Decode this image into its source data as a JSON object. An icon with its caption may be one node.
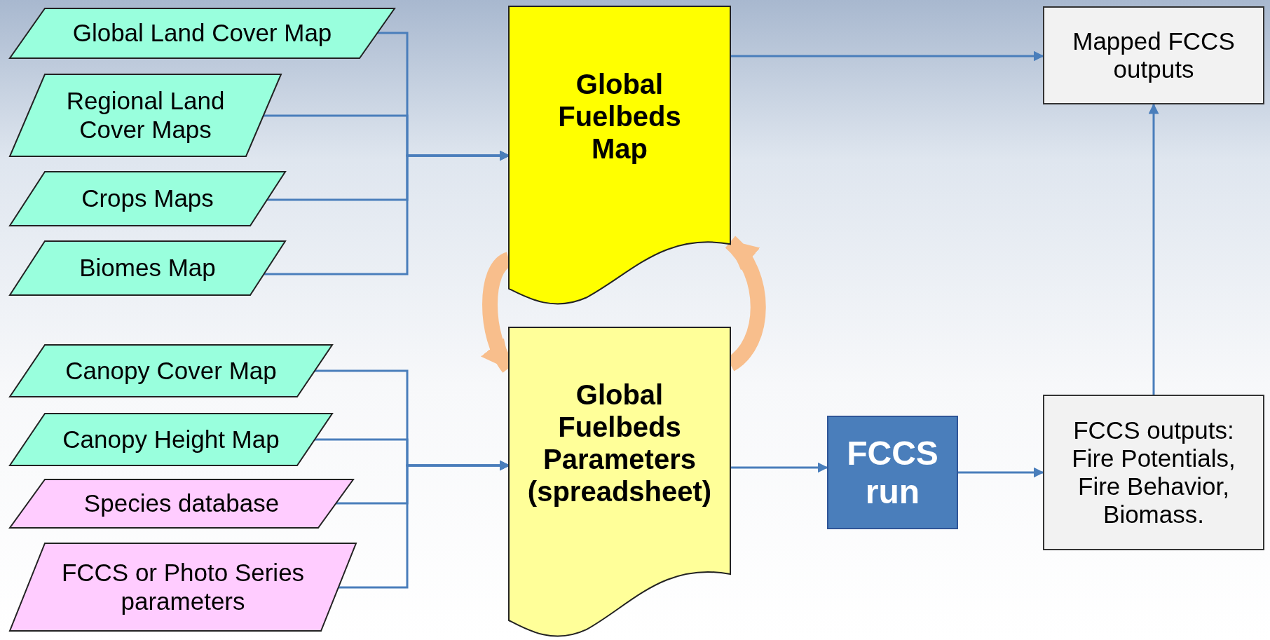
{
  "diagram": {
    "nodes": [
      {
        "text": [
          "Global Land Cover Map"
        ]
      },
      {
        "text": [
          "Regional Land Cover Maps"
        ]
      },
      {
        "text": [
          "Crops Maps"
        ]
      },
      {
        "text": [
          "Biomes Map"
        ]
      },
      {
        "text": [
          "Canopy Cover Map"
        ]
      },
      {
        "text": [
          "Canopy Height Map"
        ]
      },
      {
        "text": [
          "Species database"
        ]
      },
      {
        "text": [
          "FCCS or Photo Series parameters"
        ]
      },
      {
        "text": [
          "Global Fuelbeds Map"
        ]
      },
      {
        "text": [
          "Global Fuelbeds Parameters (spreadsheet)"
        ]
      },
      {
        "text": [
          "FCCS run"
        ]
      },
      {
        "text": [
          "FCCS outputs: Fire Potentials, Fire Behavior, Biomass."
        ]
      },
      {
        "text": [
          "Mapped FCCS outputs"
        ]
      }
    ],
    "edges": [
      {
        "from": 0,
        "to": 8,
        "arrow": "to"
      },
      {
        "from": 1,
        "to": 8,
        "arrow": "to"
      },
      {
        "from": 2,
        "to": 8,
        "arrow": "to"
      },
      {
        "from": 3,
        "to": 8,
        "arrow": "to"
      },
      {
        "from": 4,
        "to": 9,
        "arrow": "to"
      },
      {
        "from": 5,
        "to": 9,
        "arrow": "to"
      },
      {
        "from": 6,
        "to": 9,
        "arrow": "to"
      },
      {
        "from": 7,
        "to": 9,
        "arrow": "to"
      },
      {
        "from": 8,
        "to": 12,
        "arrow": "to"
      },
      {
        "from": 9,
        "to": 10,
        "arrow": "to"
      },
      {
        "from": 10,
        "to": 11,
        "arrow": "to"
      },
      {
        "from": 11,
        "to": 12,
        "arrow": "to"
      },
      {
        "from": 8,
        "to": 9,
        "arrow": "to",
        "style": "thick",
        "color": "#f8be8c"
      },
      {
        "from": 9,
        "to": 8,
        "arrow": "to",
        "style": "thick",
        "color": "#f8be8c"
      }
    ]
  }
}
